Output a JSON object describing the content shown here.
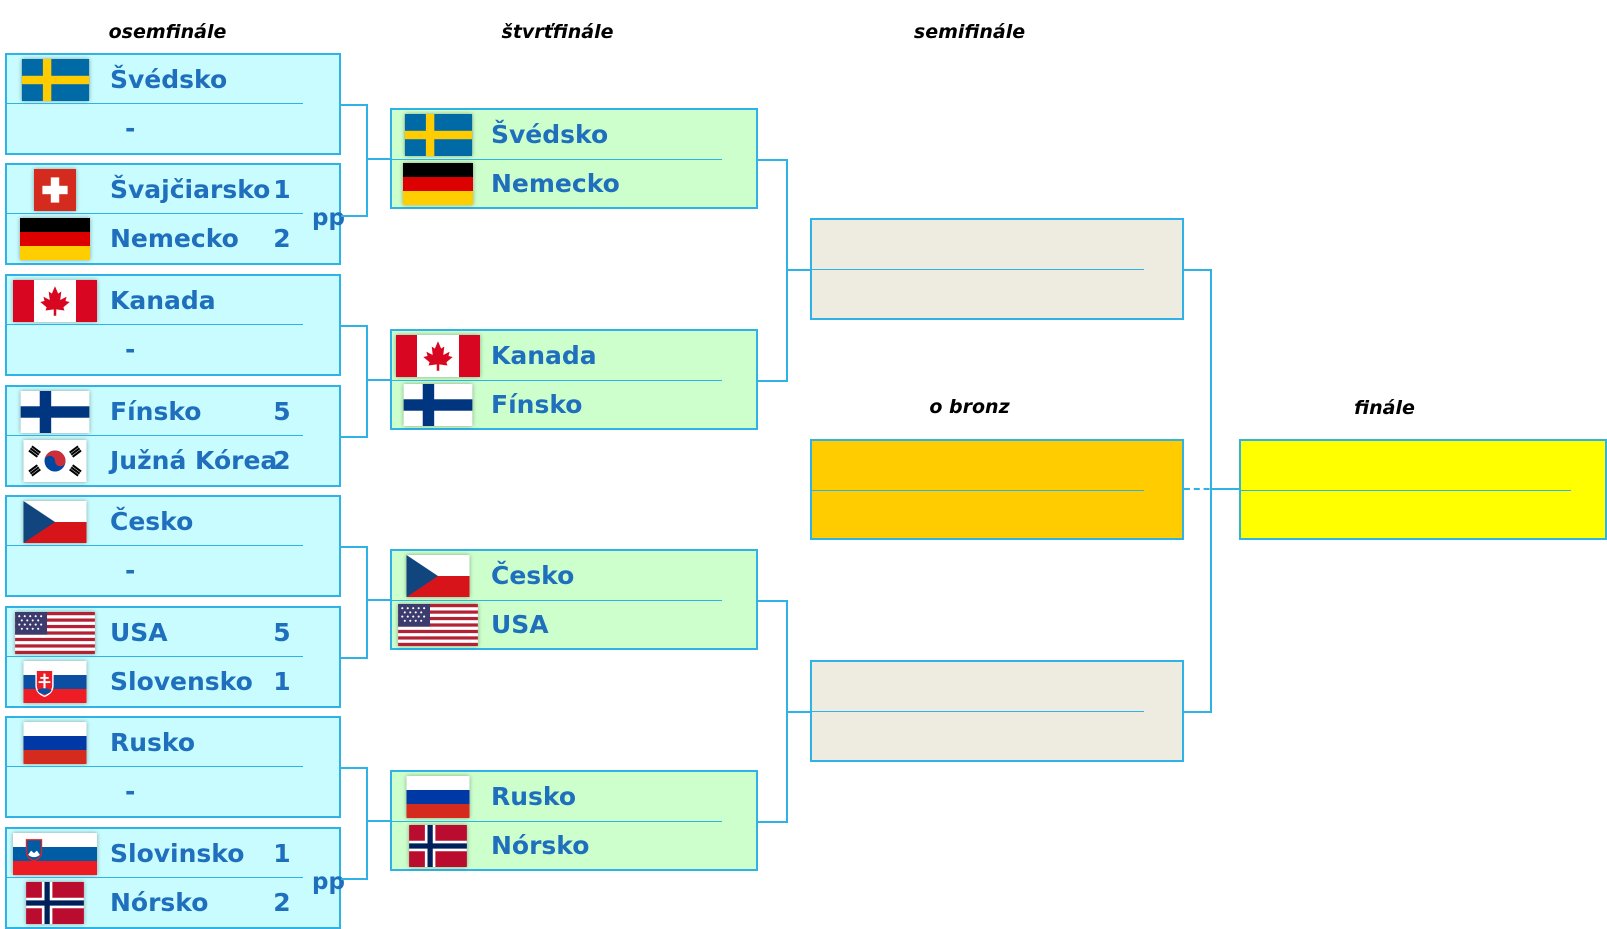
{
  "headers": {
    "r16": "osemfinále",
    "qf": "štvrťfinále",
    "sf": "semifinále",
    "bronze": "o bronz",
    "final": "finále"
  },
  "colors": {
    "border": "#2fb2e6",
    "r16_bg": "#c8fcfe",
    "qf_bg": "#ccffcc",
    "sf_bg": "#eeebe1",
    "bronze_bg": "#ffcc00",
    "final_bg": "#ffff00",
    "team_text": "#1f6fbd"
  },
  "r16": [
    {
      "top": {
        "team": "Švédsko",
        "flag": "flag-sweden",
        "score": ""
      },
      "bottom": {
        "team": "",
        "flag": "",
        "score": "",
        "placeholder": "-"
      },
      "note": ""
    },
    {
      "top": {
        "team": "Švajčiarsko",
        "flag": "flag-switzerland",
        "score": "1"
      },
      "bottom": {
        "team": "Nemecko",
        "flag": "flag-germany",
        "score": "2"
      },
      "note": "pp"
    },
    {
      "top": {
        "team": "Kanada",
        "flag": "flag-canada",
        "score": ""
      },
      "bottom": {
        "team": "",
        "flag": "",
        "score": "",
        "placeholder": "-"
      },
      "note": ""
    },
    {
      "top": {
        "team": "Fínsko",
        "flag": "flag-finland",
        "score": "5"
      },
      "bottom": {
        "team": "Južná Kórea",
        "flag": "flag-south-korea",
        "score": "2"
      },
      "note": ""
    },
    {
      "top": {
        "team": "Česko",
        "flag": "flag-czechia",
        "score": ""
      },
      "bottom": {
        "team": "",
        "flag": "",
        "score": "",
        "placeholder": "-"
      },
      "note": ""
    },
    {
      "top": {
        "team": "USA",
        "flag": "flag-usa",
        "score": "5"
      },
      "bottom": {
        "team": "Slovensko",
        "flag": "flag-slovakia",
        "score": "1"
      },
      "note": ""
    },
    {
      "top": {
        "team": "Rusko",
        "flag": "flag-russia",
        "score": ""
      },
      "bottom": {
        "team": "",
        "flag": "",
        "score": "",
        "placeholder": "-"
      },
      "note": ""
    },
    {
      "top": {
        "team": "Slovinsko",
        "flag": "flag-slovenia",
        "score": "1"
      },
      "bottom": {
        "team": "Nórsko",
        "flag": "flag-norway",
        "score": "2"
      },
      "note": "pp"
    }
  ],
  "qf": [
    {
      "top": {
        "team": "Švédsko",
        "flag": "flag-sweden"
      },
      "bottom": {
        "team": "Nemecko",
        "flag": "flag-germany"
      }
    },
    {
      "top": {
        "team": "Kanada",
        "flag": "flag-canada"
      },
      "bottom": {
        "team": "Fínsko",
        "flag": "flag-finland"
      }
    },
    {
      "top": {
        "team": "Česko",
        "flag": "flag-czechia"
      },
      "bottom": {
        "team": "USA",
        "flag": "flag-usa"
      }
    },
    {
      "top": {
        "team": "Rusko",
        "flag": "flag-russia"
      },
      "bottom": {
        "team": "Nórsko",
        "flag": "flag-norway"
      }
    }
  ]
}
